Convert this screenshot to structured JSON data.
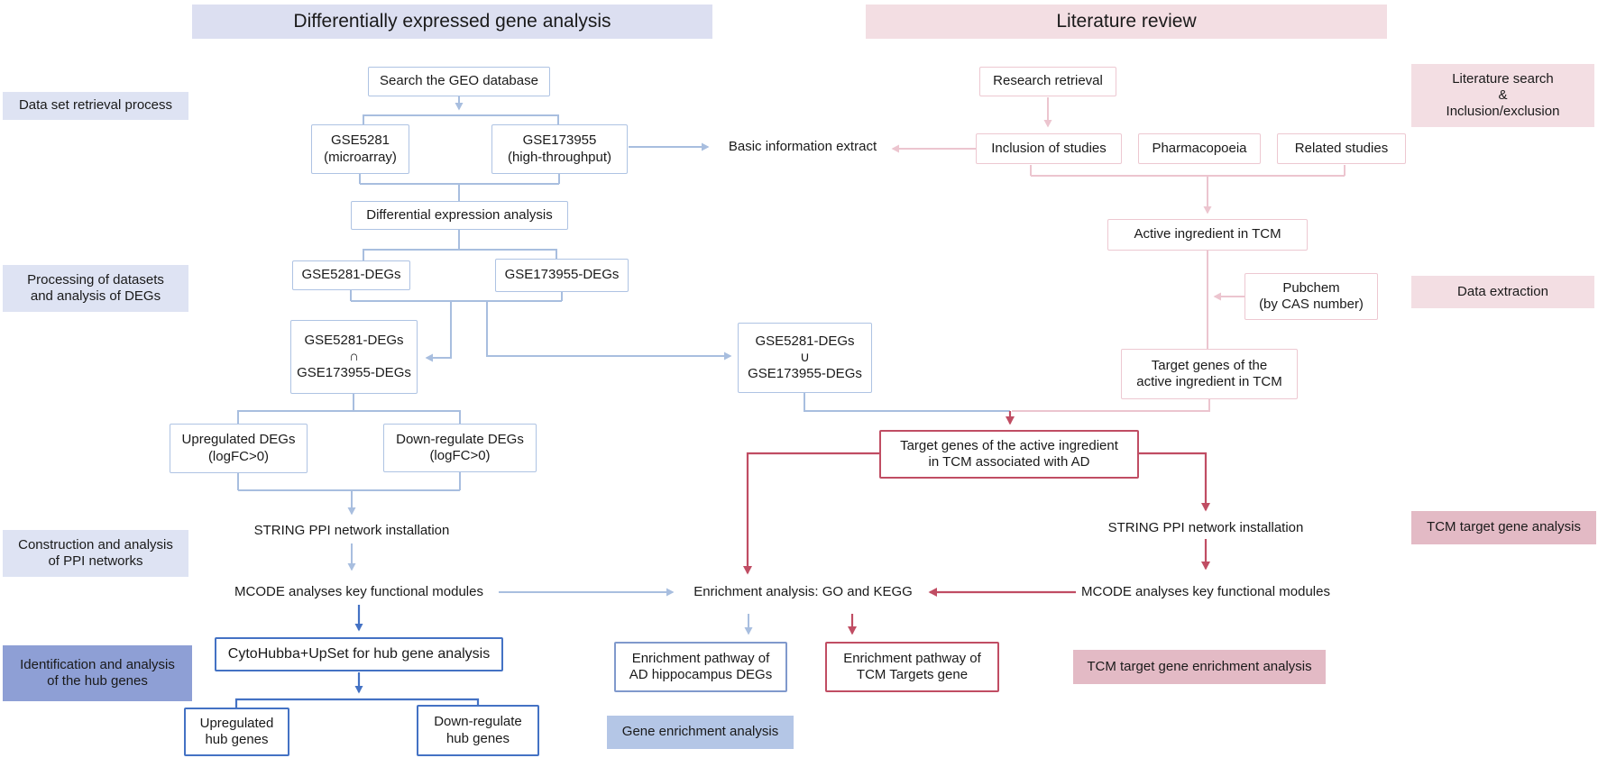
{
  "figure": {
    "title_left_pipeline": "Differentially expressed gene analysis",
    "title_right_pipeline": "Literature review"
  },
  "colors": {
    "blue_header_bg": "#dcdff1",
    "blue_stage_label_bg": "#dee3f3",
    "blue_stage_label_dark_bg": "#8e9fd5",
    "blue_enrich_label_bg": "#b4c6e6",
    "blue_box_border": "#aec3e3",
    "blue_strong": "#4472c4",
    "blue_medium_border": "#8099cc",
    "blue_arrow": "#a8bedf",
    "pink_header_bg": "#f3dee3",
    "pink_stage_label_dark_bg": "#e3bac5",
    "pink_box_border": "#edc8d1",
    "pink_arrow": "#ecc5cf",
    "rose_strong": "#c04d63",
    "text": "#1a1a1a"
  },
  "stage_labels": {
    "dataset_retrieval": "Data set retrieval process",
    "processing": "Processing of datasets\nand analysis of DEGs",
    "construction": "Construction and analysis\nof PPI networks",
    "identification": "Identification and analysis\nof the hub genes",
    "gene_enrichment": "Gene enrichment analysis",
    "lit_search": "Literature search\n&\nInclusion/exclusion",
    "data_extraction": "Data extraction",
    "tcm_analysis": "TCM target gene analysis",
    "tcm_enrichment": "TCM target gene  enrichment analysis"
  },
  "nodes": {
    "search_geo": "Search the GEO database",
    "gse5281": "GSE5281\n(microarray)",
    "gse173955": "GSE173955\n(high-throughput)",
    "basic_info": "Basic information extract",
    "diff_expr": "Differential expression analysis",
    "gse5281_degs": "GSE5281-DEGs",
    "gse173955_degs": "GSE173955-DEGs",
    "intersection": "GSE5281-DEGs\n∩\nGSE173955-DEGs",
    "union": "GSE5281-DEGs\n∪\nGSE173955-DEGs",
    "up_degs": "Upregulated DEGs\n(logFC>0)",
    "down_degs": "Down-regulate DEGs\n(logFC>0)",
    "string_left": "STRING PPI network installation",
    "mcode_left": "MCODE analyses key functional modules",
    "cytohubba": "CytoHubba+UpSet for hub gene analysis",
    "up_hub": "Upregulated\nhub genes",
    "down_hub": "Down-regulate\nhub genes",
    "enrichment_center": "Enrichment analysis: GO and KEGG",
    "enrich_ad": "Enrichment pathway of\nAD hippocampus DEGs",
    "enrich_tcm": "Enrichment pathway of\nTCM Targets gene",
    "research_retrieval": "Research retrieval",
    "inclusion": "Inclusion of studies",
    "pharmacopoeia": "Pharmacopoeia",
    "related": "Related studies",
    "active_ingredient": "Active ingredient in TCM",
    "pubchem": "Pubchem\n(by CAS number)",
    "target_genes": "Target genes of the\nactive ingredient in TCM",
    "target_ad": "Target genes of the active ingredient\nin TCM associated with AD",
    "string_right": "STRING PPI network installation",
    "mcode_right": "MCODE analyses key functional modules"
  }
}
